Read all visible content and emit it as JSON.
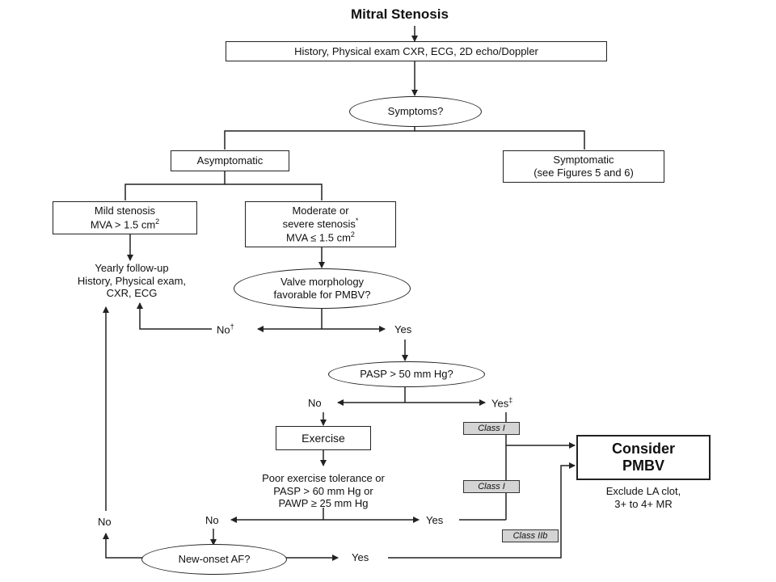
{
  "title": "Mitral Stenosis",
  "history": "History, Physical exam CXR, ECG, 2D echo/Doppler",
  "symptoms_q": "Symptoms?",
  "asymptomatic": "Asymptomatic",
  "symptomatic": {
    "line1": "Symptomatic",
    "line2": "(see Figures 5 and 6)"
  },
  "mild": {
    "line1": "Mild stenosis",
    "line2": "MVA > 1.5 cm",
    "sup": "2"
  },
  "moderate": {
    "line1": "Moderate or",
    "line2": "severe stenosis",
    "mark": "*",
    "line3": "MVA ≤ 1.5 cm",
    "sup": "2"
  },
  "yearly": {
    "line1": "Yearly follow-up",
    "line2": "History, Physical exam,",
    "line3": "CXR, ECG"
  },
  "valve_q": {
    "line1": "Valve morphology",
    "line2": "favorable for PMBV?"
  },
  "no_dagger": {
    "label": "No",
    "mark": "†"
  },
  "yes_valve": "Yes",
  "pasp_q": "PASP > 50 mm Hg?",
  "no_pasp": "No",
  "yes_pasp": {
    "label": "Yes",
    "mark": "‡"
  },
  "exercise": "Exercise",
  "exercise_criteria": {
    "line1": "Poor exercise tolerance or",
    "line2": "PASP > 60 mm Hg or",
    "line3": "PAWP ≥ 25 mm Hg"
  },
  "no_exercise": "No",
  "yes_exercise": "Yes",
  "no_left": "No",
  "af_q": "New-onset AF?",
  "yes_af": "Yes",
  "class_i_1": "Class I",
  "class_i_2": "Class I",
  "class_iib": "Class IIb",
  "consider": {
    "line1": "Consider",
    "line2": "PMBV"
  },
  "exclude": {
    "line1": "Exclude LA clot,",
    "line2": "3+ to 4+ MR"
  }
}
